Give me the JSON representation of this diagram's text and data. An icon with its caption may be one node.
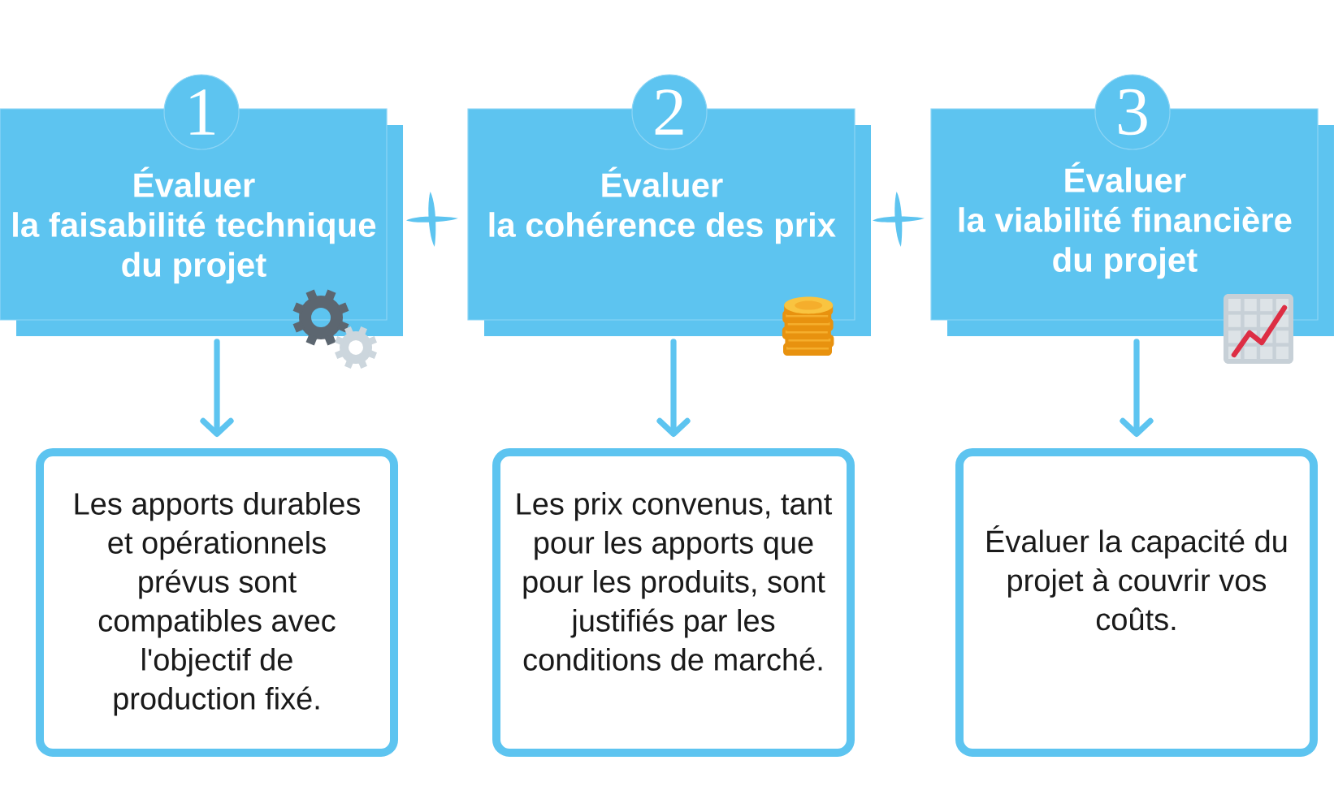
{
  "diagram": {
    "nodes": [
      {
        "text": [
          "1"
        ]
      },
      {
        "text": [
          "Évaluer",
          "la faisabilité technique du projet"
        ]
      },
      {
        "text": [
          "2"
        ]
      },
      {
        "text": [
          "Évaluer",
          "la cohérence des prix"
        ]
      },
      {
        "text": [
          "3"
        ]
      },
      {
        "text": [
          "Évaluer",
          "la viabilité financière du projet"
        ]
      },
      {
        "text": [
          "Les apports durables et opérationnels prévus sont compatibles avec l'objectif de production fixé."
        ]
      },
      {
        "text": [
          "Les prix convenus, tant pour les apports que pour les produits, sont justifiés par les conditions de marché."
        ]
      },
      {
        "text": [
          "Évaluer la capacité du projet à couvrir vos coûts."
        ]
      }
    ],
    "edges": [
      {
        "from": 1,
        "to": 6,
        "arrow": "to"
      },
      {
        "from": 3,
        "to": 7,
        "arrow": "to"
      },
      {
        "from": 5,
        "to": 8,
        "arrow": "to"
      }
    ]
  }
}
